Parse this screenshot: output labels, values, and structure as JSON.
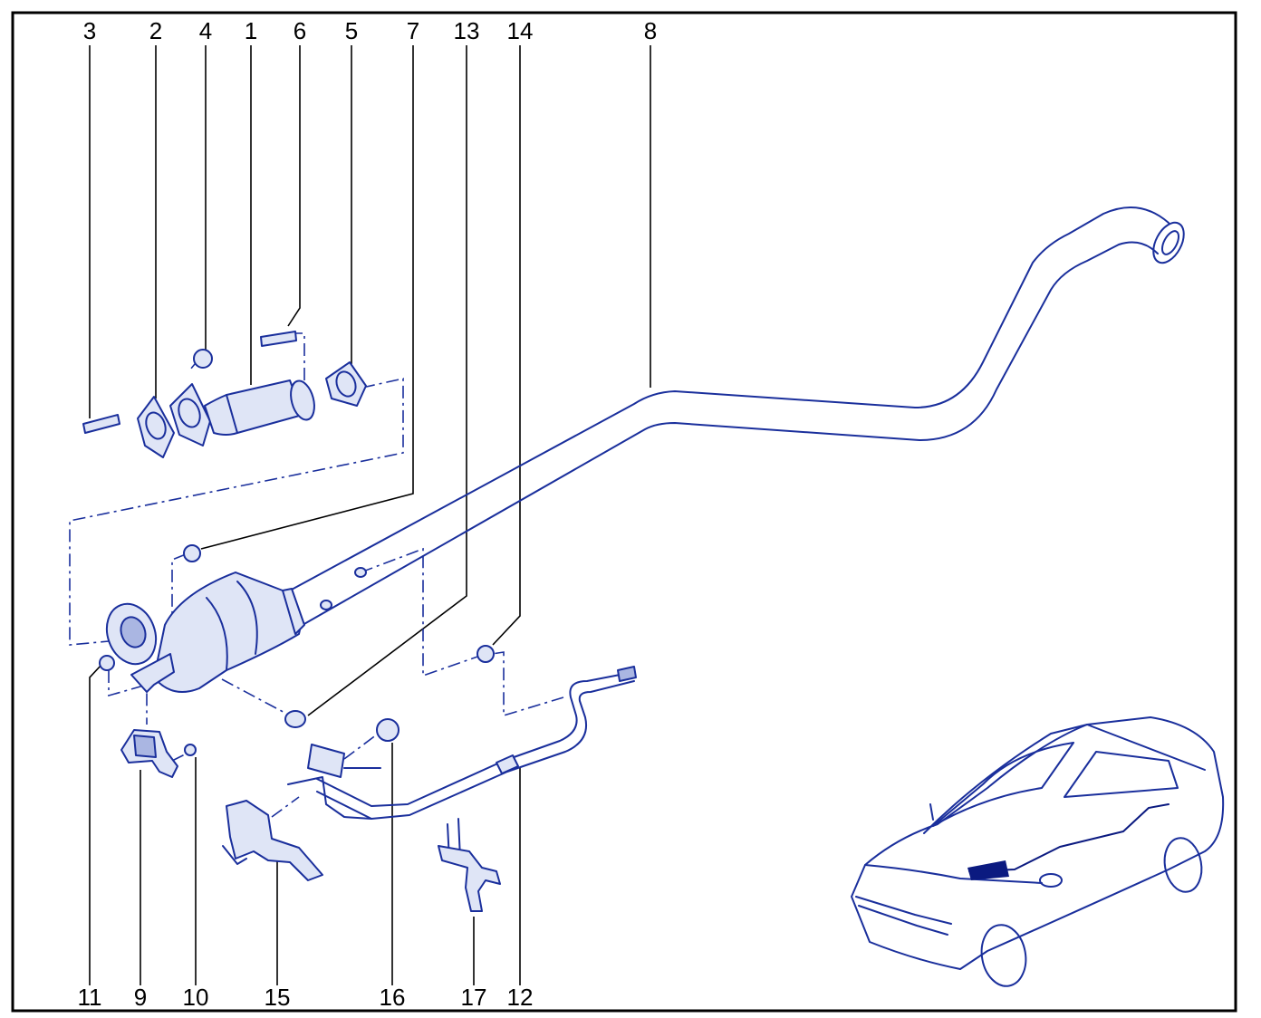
{
  "colors": {
    "line": "#1a2f9c",
    "fill": "#dfe5f6",
    "fill_dark": "#aab6e2",
    "frame": "#000000",
    "label": "#000000",
    "car_route": "#0b1a80"
  },
  "labels": {
    "top": [
      "3",
      "2",
      "4",
      "1",
      "6",
      "5",
      "7",
      "13",
      "14",
      "8"
    ],
    "bottom": [
      "11",
      "9",
      "10",
      "15",
      "16",
      "17",
      "12"
    ]
  }
}
